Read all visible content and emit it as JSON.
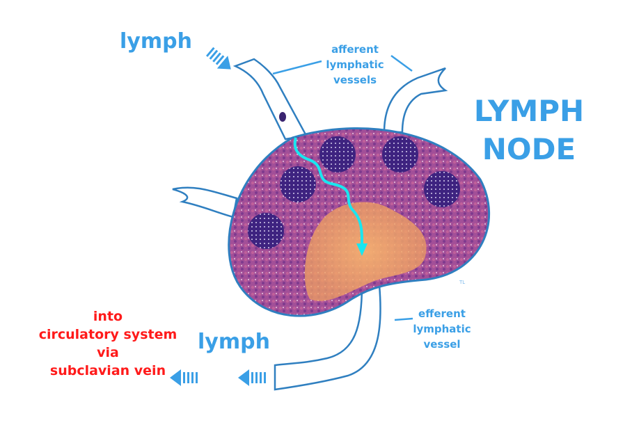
{
  "labels": {
    "lymph_in": "lymph",
    "afferent": [
      "afferent",
      "lymphatic",
      "vessels"
    ],
    "title": [
      "LYMPH",
      "NODE"
    ],
    "efferent": [
      "efferent",
      "lymphatic",
      "vessel"
    ],
    "lymph_out": "lymph",
    "destination": [
      "into",
      "circulatory system",
      "via",
      "subclavian vein"
    ],
    "signature": "TL"
  },
  "colors": {
    "label_blue": "#3a9fe6",
    "destination_red": "#ff1a1a",
    "vessel_outline": "#2f7fc0",
    "node_tissue": "#a24f98",
    "follicle": "#4a2a8a",
    "medulla": "#f2a86a",
    "flow_arrow": "#19e6f0"
  },
  "icons": [
    "striped-arrow-in",
    "striped-arrow-out",
    "flow-path-arrow"
  ]
}
